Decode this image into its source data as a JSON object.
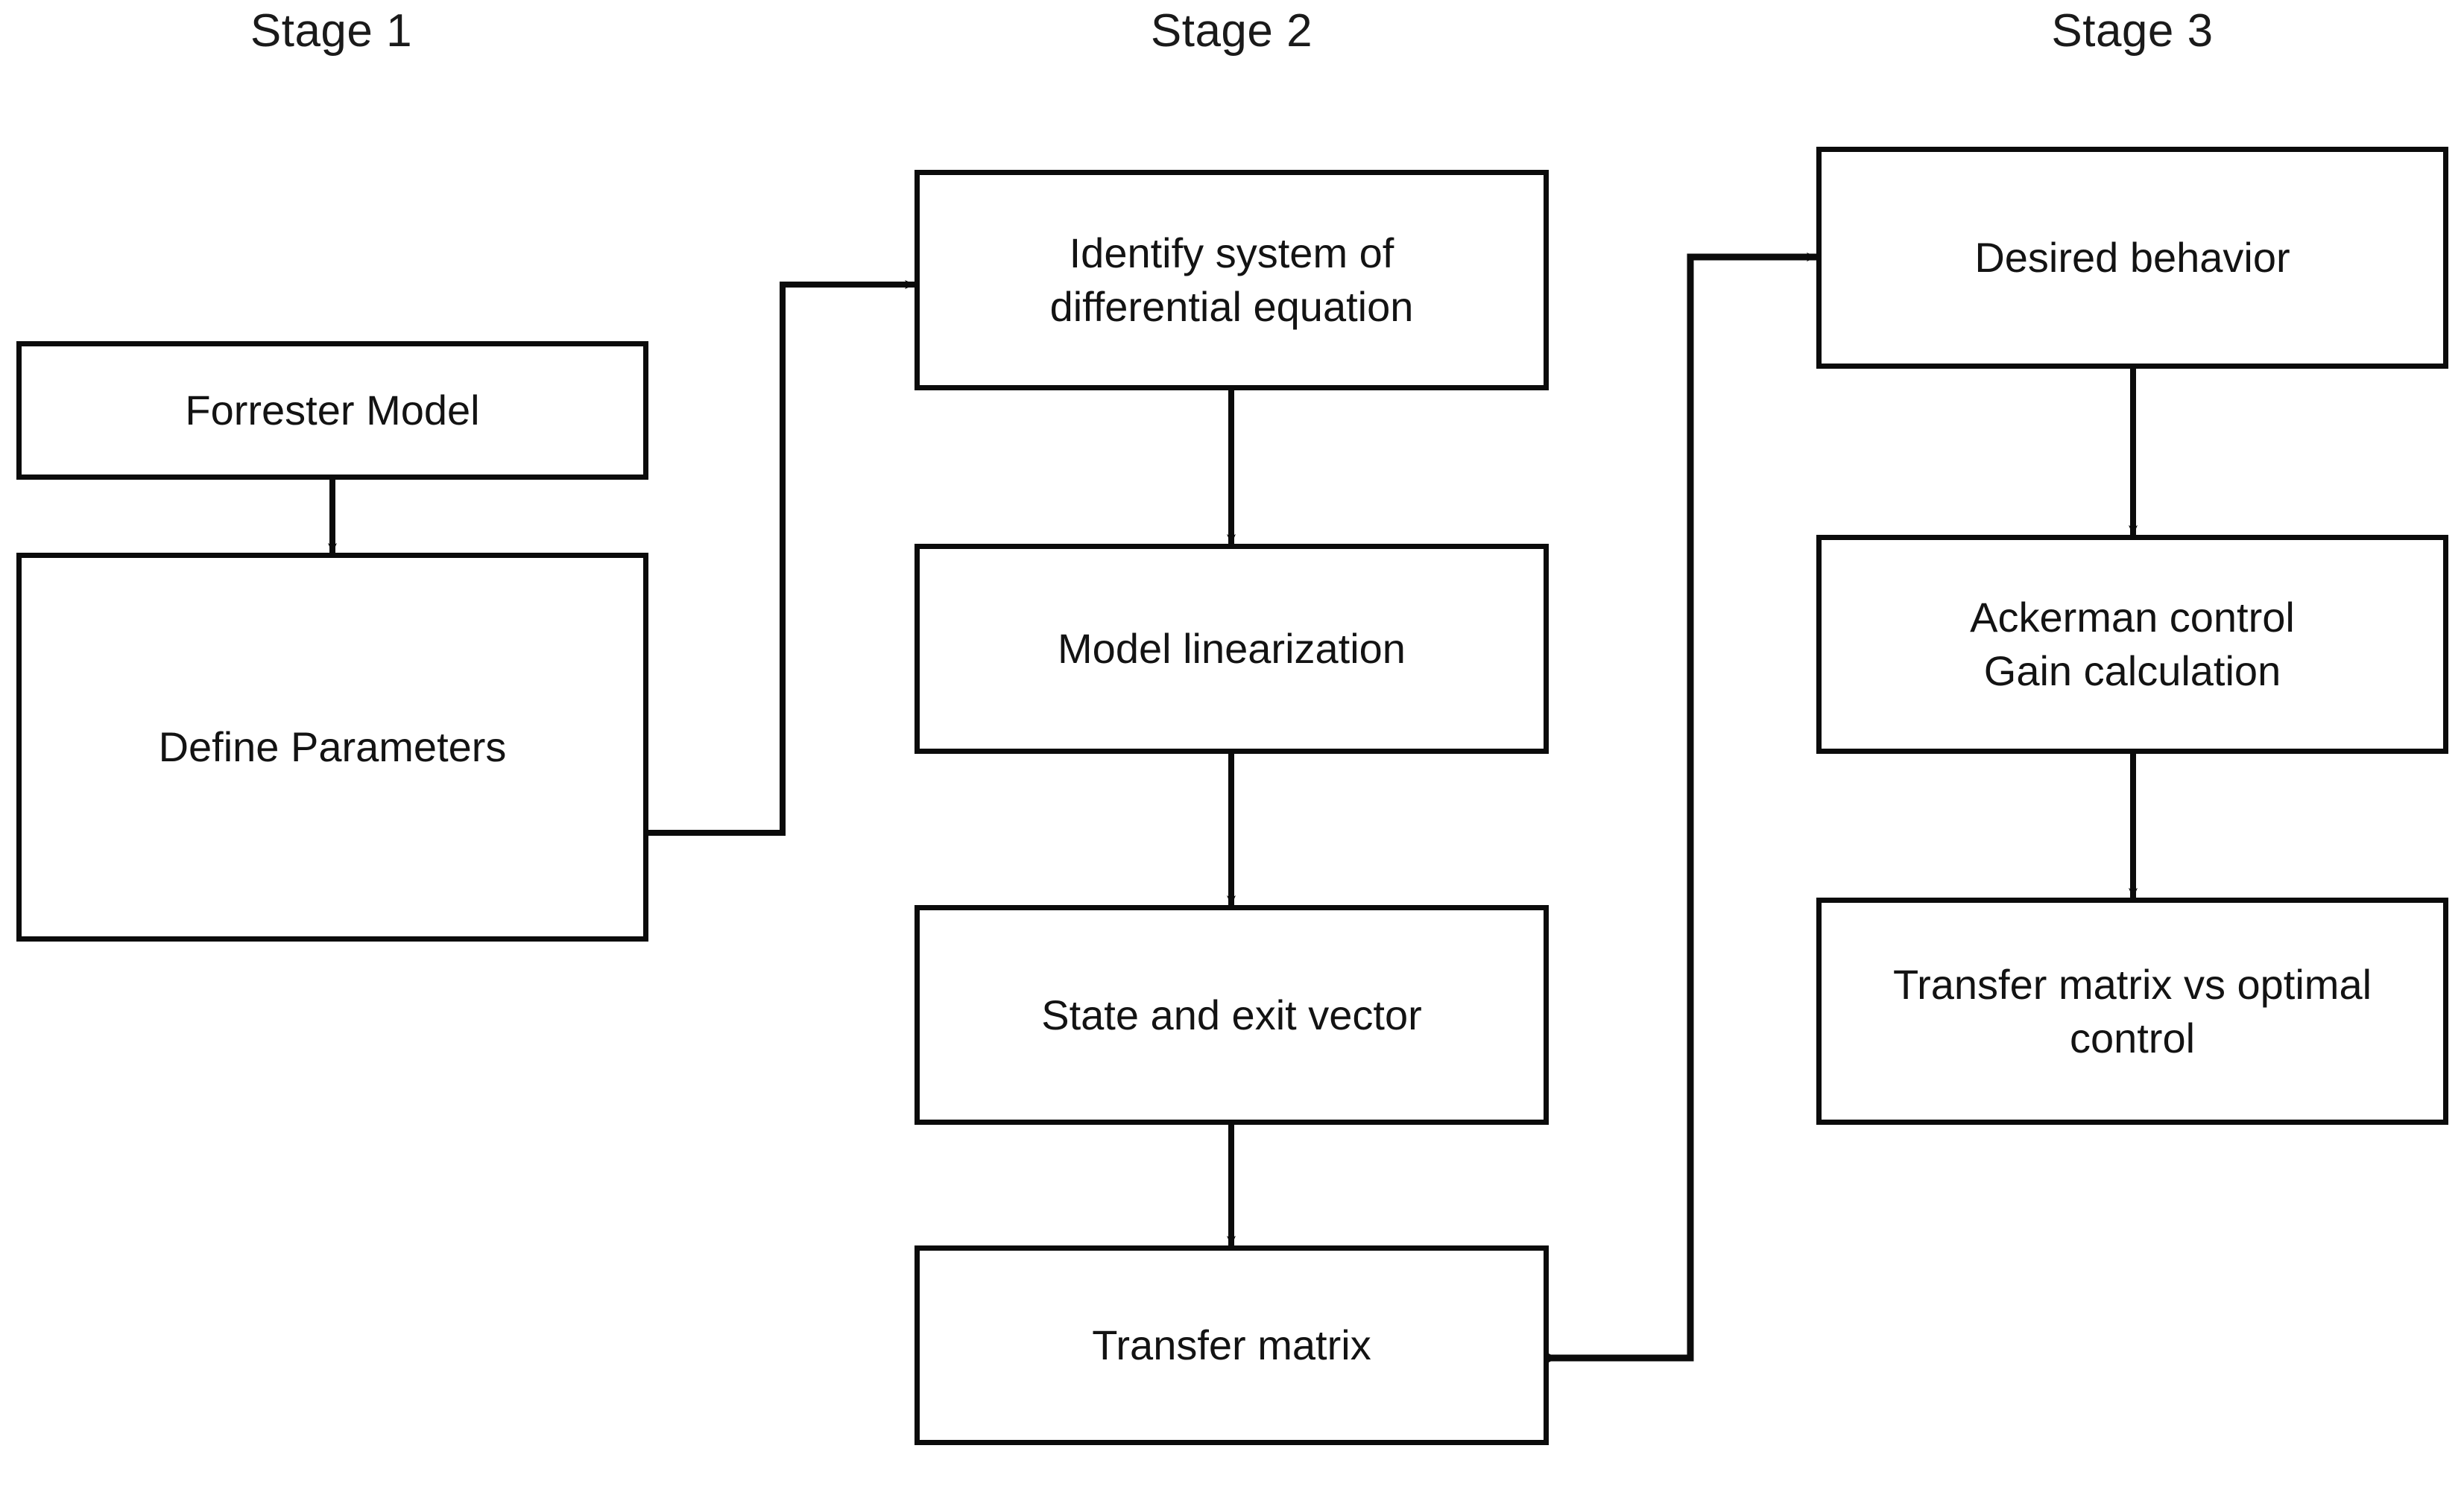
{
  "diagram": {
    "title_stages": [
      {
        "id": "stage-1",
        "label": "Stage 1"
      },
      {
        "id": "stage-2",
        "label": "Stage 2"
      },
      {
        "id": "stage-3",
        "label": "Stage 3"
      }
    ],
    "nodes": [
      {
        "id": "forrester-model",
        "label": "Forrester Model",
        "stage": 1
      },
      {
        "id": "define-parameters",
        "label": "Define Parameters",
        "stage": 1
      },
      {
        "id": "identify-system",
        "label": "Identify system of differential equation",
        "stage": 2
      },
      {
        "id": "model-linearization",
        "label": "Model linearization",
        "stage": 2
      },
      {
        "id": "state-and-exit-vector",
        "label": "State and exit vector",
        "stage": 2
      },
      {
        "id": "transfer-matrix",
        "label": "Transfer matrix",
        "stage": 2
      },
      {
        "id": "desired-behavior",
        "label": "Desired behavior",
        "stage": 3
      },
      {
        "id": "ackerman-control",
        "label": "Ackerman control Gain calculation",
        "stage": 3
      },
      {
        "id": "transfer-matrix-vs-optimal-control",
        "label": "Transfer matrix vs optimal control",
        "stage": 3
      }
    ],
    "node_label_lines": {
      "forrester_model": "Forrester Model",
      "define_parameters": "Define Parameters",
      "identify_system_l1": "Identify system of",
      "identify_system_l2": "differential equation",
      "model_linearization": "Model linearization",
      "state_and_exit_vector": "State and exit vector",
      "transfer_matrix": "Transfer matrix",
      "desired_behavior": "Desired behavior",
      "ackerman_control_l1": "Ackerman control",
      "ackerman_control_l2": "Gain calculation",
      "transfer_vs_optimal_l1": "Transfer matrix vs optimal",
      "transfer_vs_optimal_l2": "control"
    },
    "edges": [
      {
        "id": "e1",
        "from": "forrester-model",
        "to": "define-parameters",
        "type": "straight-down",
        "arrow": "triangle"
      },
      {
        "id": "e2",
        "from": "define-parameters",
        "to": "identify-system",
        "type": "elbow-right-up",
        "arrow": "triangle"
      },
      {
        "id": "e3",
        "from": "identify-system",
        "to": "model-linearization",
        "type": "straight-down",
        "arrow": "triangle"
      },
      {
        "id": "e4",
        "from": "model-linearization",
        "to": "state-and-exit-vector",
        "type": "straight-down",
        "arrow": "triangle"
      },
      {
        "id": "e5",
        "from": "state-and-exit-vector",
        "to": "transfer-matrix",
        "type": "straight-down",
        "arrow": "triangle"
      },
      {
        "id": "e6",
        "from": "transfer-matrix",
        "to": "desired-behavior",
        "type": "elbow-right-up",
        "arrow": "triangle",
        "tail_marker": "diamond"
      },
      {
        "id": "e7",
        "from": "desired-behavior",
        "to": "ackerman-control",
        "type": "straight-down",
        "arrow": "triangle"
      },
      {
        "id": "e8",
        "from": "ackerman-control",
        "to": "transfer-matrix-vs-optimal-control",
        "type": "straight-down",
        "arrow": "triangle"
      }
    ],
    "colors": {
      "background": "#ffffff",
      "box_border": "#0b0b0b",
      "box_fill": "#ffffff",
      "text": "#131313",
      "edge_line": "#0b0b0b"
    }
  }
}
